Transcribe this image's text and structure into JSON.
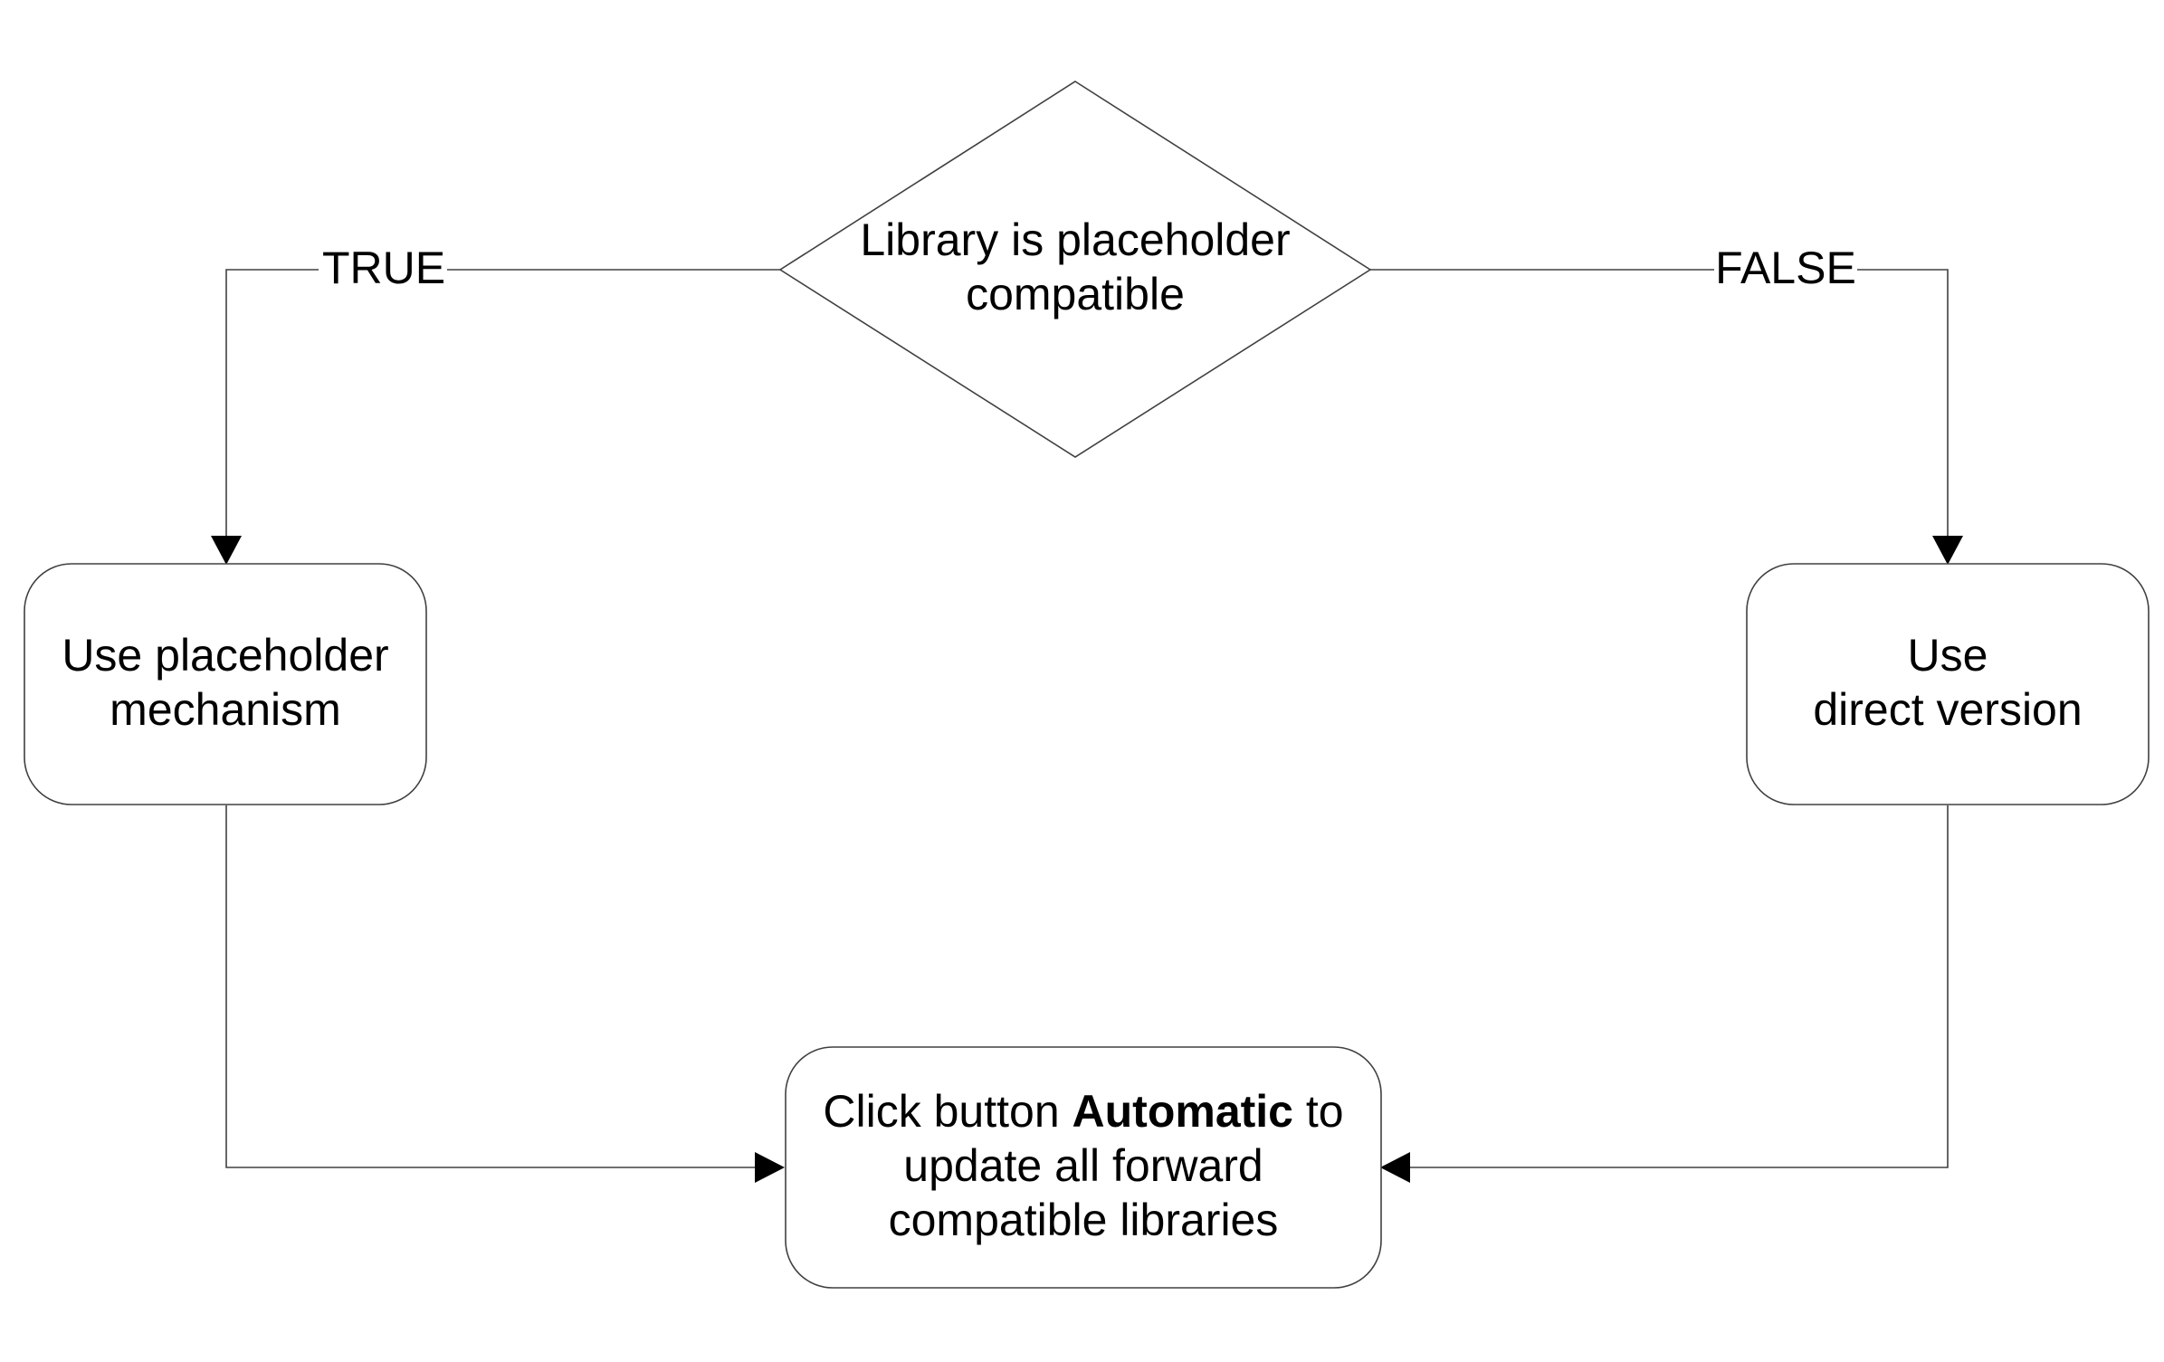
{
  "decision": {
    "line1": "Library is placeholder",
    "line2": "compatible"
  },
  "branch_true": {
    "label": "TRUE",
    "line1": "Use placeholder",
    "line2": "mechanism"
  },
  "branch_false": {
    "label": "FALSE",
    "line1": "Use",
    "line2": "direct version"
  },
  "final_step": {
    "line1_pre": "Click button ",
    "line1_bold": "Automatic",
    "line1_post": " to",
    "line2": "update all forward",
    "line3": "compatible libraries"
  },
  "colors": {
    "stroke": "#404040",
    "arrow": "#000000",
    "background": "#ffffff"
  }
}
